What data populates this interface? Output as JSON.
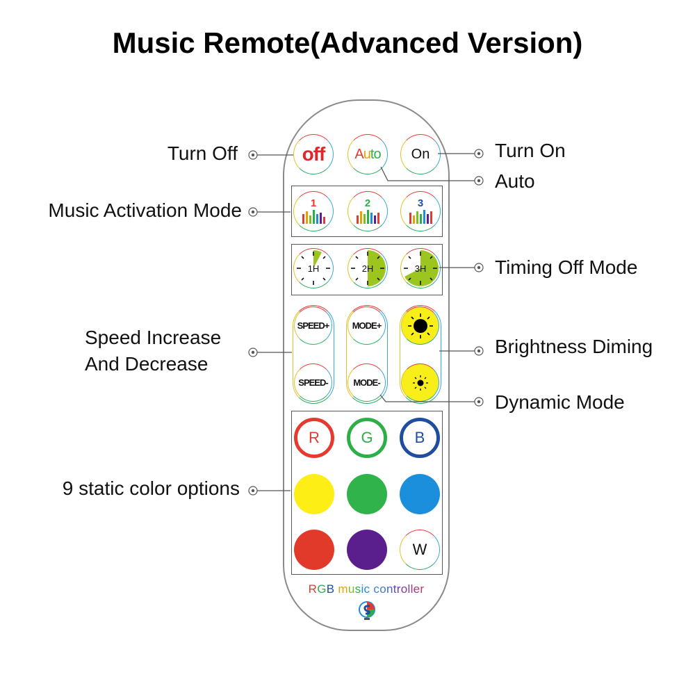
{
  "title": "Music Remote(Advanced Version)",
  "remote": {
    "top_buttons": {
      "off": "off",
      "auto": [
        "A",
        "u",
        "t",
        "o"
      ],
      "on": "On"
    },
    "music_modes": [
      "1",
      "2",
      "3"
    ],
    "timers": [
      "1H",
      "2H",
      "3H"
    ],
    "speed_plus": "SPEED+",
    "speed_minus": "SPEED-",
    "mode_plus": "MODE+",
    "mode_minus": "MODE-",
    "color_row1": [
      "R",
      "G",
      "B"
    ],
    "white": "W",
    "colors": {
      "red": "#e53a2f",
      "green": "#2eae47",
      "blue": "#1f4ea1",
      "yellow": "#fdee15",
      "light_green": "#2fb34a",
      "sky_blue": "#1b8edc",
      "red_fill": "#e23a2a",
      "purple": "#5a1f8c",
      "timer_green": "#9cc61f",
      "sun_yellow": "#f8ee1a"
    },
    "brand": {
      "letters": [
        {
          "t": "R",
          "c": "#e53a2f"
        },
        {
          "t": "G",
          "c": "#2eae47"
        },
        {
          "t": "B",
          "c": "#1f4ea1"
        },
        {
          "t": " ",
          "c": "#000"
        },
        {
          "t": "m",
          "c": "#e2a500"
        },
        {
          "t": "u",
          "c": "#7bbd2b"
        },
        {
          "t": "s",
          "c": "#2eae47"
        },
        {
          "t": "i",
          "c": "#1b8edc"
        },
        {
          "t": "c",
          "c": "#1b8edc"
        },
        {
          "t": " ",
          "c": "#000"
        },
        {
          "t": "c",
          "c": "#3a7fd1"
        },
        {
          "t": "o",
          "c": "#3a7fd1"
        },
        {
          "t": "n",
          "c": "#4a5fc8"
        },
        {
          "t": "t",
          "c": "#5b4ab8"
        },
        {
          "t": "r",
          "c": "#6a3aa8"
        },
        {
          "t": "o",
          "c": "#7a3a9e"
        },
        {
          "t": "l",
          "c": "#8a3a92"
        },
        {
          "t": "l",
          "c": "#9a3a88"
        },
        {
          "t": "e",
          "c": "#a83a7a"
        },
        {
          "t": "r",
          "c": "#b83a6a"
        }
      ]
    }
  },
  "callouts": {
    "turn_off": "Turn Off",
    "turn_on": "Turn On",
    "auto": "Auto",
    "music_activation": "Music Activation Mode",
    "timing_off": "Timing Off Mode",
    "speed_line1": "Speed Increase",
    "speed_line2": "And Decrease",
    "brightness": "Brightness Diming",
    "dynamic": "Dynamic Mode",
    "static_colors": "9 static color options"
  }
}
